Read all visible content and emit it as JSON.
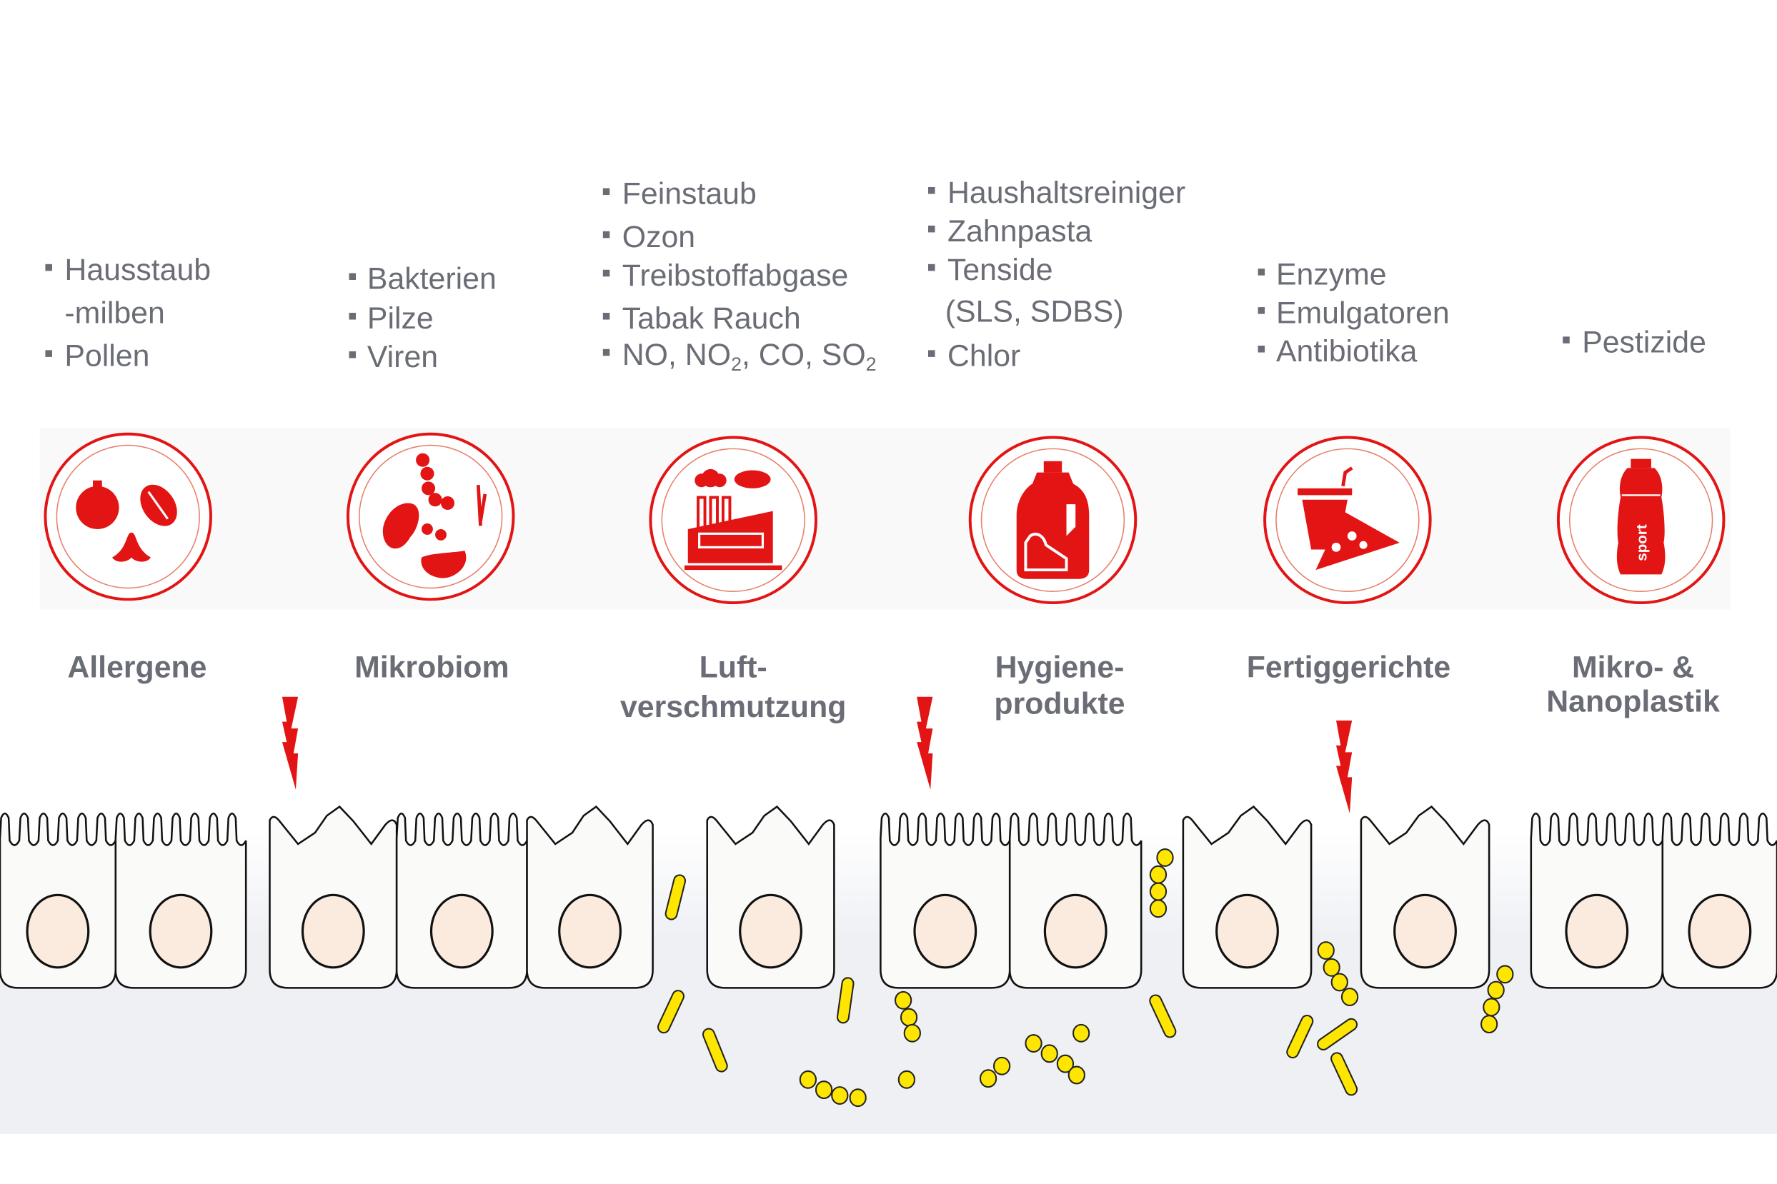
{
  "categories": [
    {
      "label": [
        "Allergene"
      ],
      "items": [
        "Hausstaub",
        "-milben",
        "Pollen"
      ],
      "icon": "allergen-icon"
    },
    {
      "label": [
        "Mikrobiom"
      ],
      "items": [
        "Bakterien",
        "Pilze",
        "Viren"
      ],
      "icon": "microbe-icon"
    },
    {
      "label": [
        "Luft-",
        "verschmutzung"
      ],
      "items": [
        "Feinstaub",
        "Ozon",
        "Treibstoffabgase",
        "Tabak Rauch",
        "NO, NO",
        "2",
        ", CO, SO",
        "2"
      ],
      "icon": "factory-icon"
    },
    {
      "label": [
        "Hygiene-",
        "produkte"
      ],
      "items": [
        "Haushaltsreiniger",
        "Zahnpasta",
        "Tenside",
        "(SLS, SDBS)",
        "Chlor"
      ],
      "icon": "detergent-bottle-icon"
    },
    {
      "label": [
        "Fertiggerichte"
      ],
      "items": [
        "Enzyme",
        "Emulgatoren",
        "Antibiotika"
      ],
      "icon": "fast-food-icon"
    },
    {
      "label": [
        "Mikro- &",
        "Nanoplastik"
      ],
      "items": [
        "Pestizide"
      ],
      "icon": "plastic-bottle-icon"
    }
  ],
  "bottle_text": "sport",
  "colors": {
    "accent": "#e31414",
    "text": "#6b6d76",
    "bacteria": "#ffe600",
    "nucleus": "#fbebdf"
  }
}
